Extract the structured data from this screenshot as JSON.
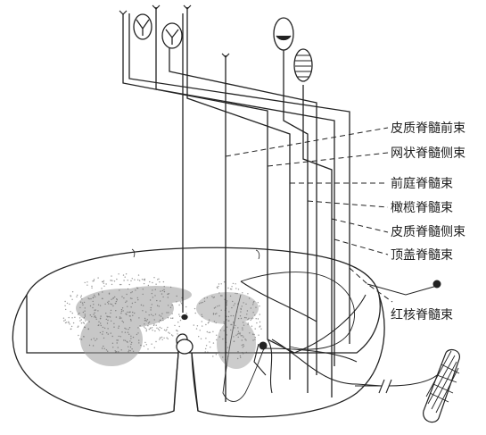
{
  "diagram": {
    "labels": [
      {
        "id": "label-corticospinal-anterior",
        "text": "皮质脊髓前束"
      },
      {
        "id": "label-reticulospinal-lateral",
        "text": "网状脊髓侧束"
      },
      {
        "id": "label-vestibulospinal-anterior",
        "text": "前庭脊髓束"
      },
      {
        "id": "label-olivospinal",
        "text": "橄榄脊髓束"
      },
      {
        "id": "label-corticospinal-lateral",
        "text": "皮质脊髓侧束"
      },
      {
        "id": "label-tectospinal",
        "text": "顶盖脊髓束"
      },
      {
        "id": "label-rubrospinal",
        "text": "红核脊髓束"
      }
    ],
    "colors": {
      "ink": "#222222",
      "stipple": "#9a9a9a",
      "background": "#ffffff"
    },
    "icons": [
      "neuron-cell-body-icon",
      "muscle-fiber-icon"
    ]
  }
}
